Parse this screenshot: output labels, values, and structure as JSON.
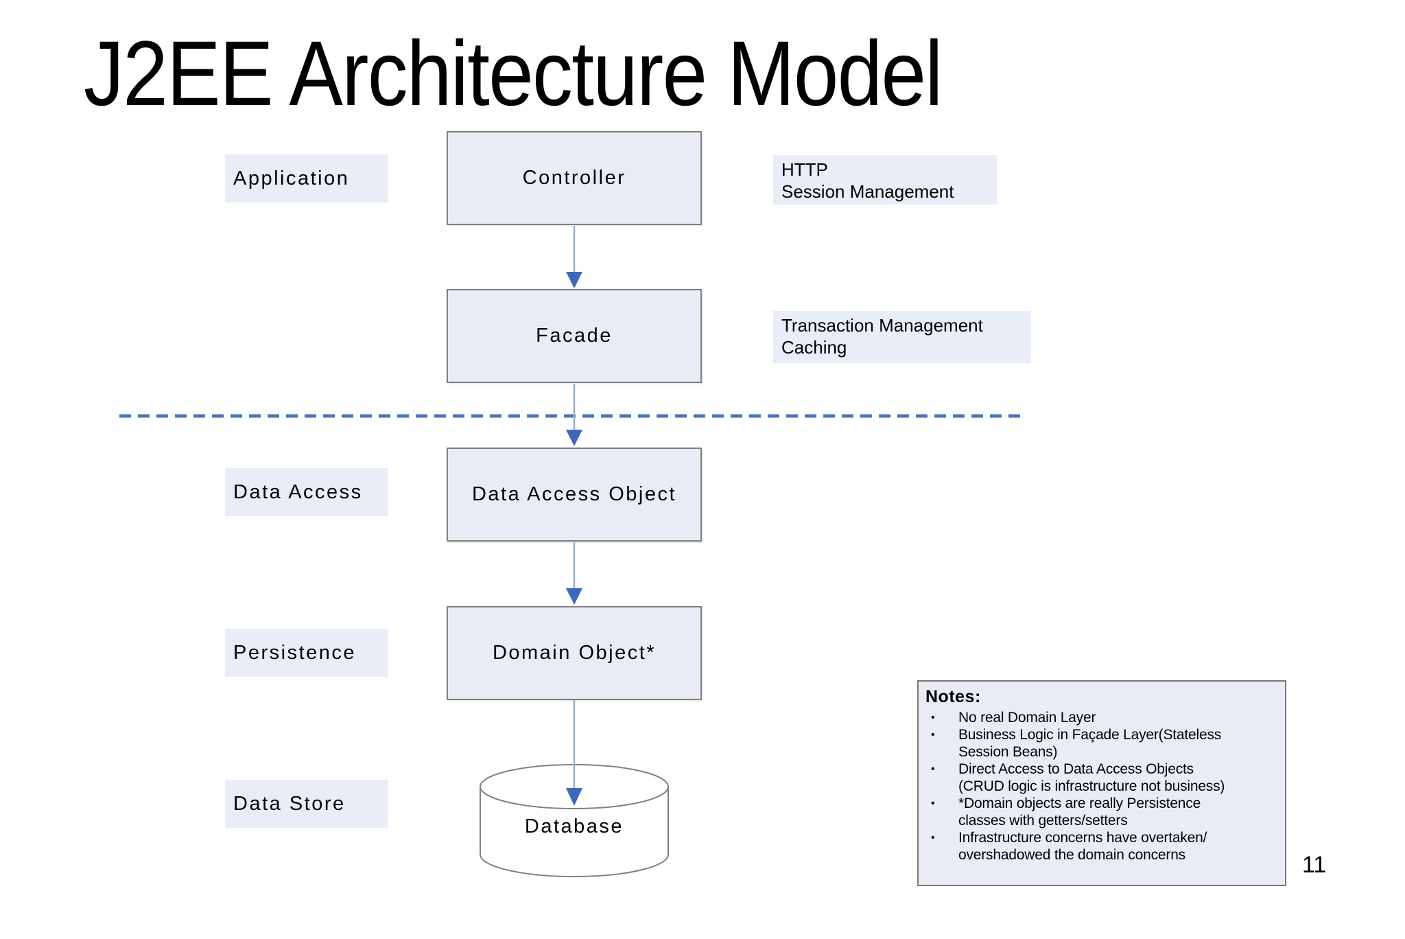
{
  "slide": {
    "title": "J2EE Architecture Model",
    "page_number": "11"
  },
  "layers": [
    {
      "label": "Application"
    },
    {
      "label": "Data Access"
    },
    {
      "label": "Persistence"
    },
    {
      "label": "Data Store"
    }
  ],
  "boxes": [
    {
      "label": "Controller"
    },
    {
      "label": "Facade"
    },
    {
      "label": "Data Access Object"
    },
    {
      "label": "Domain Object*"
    }
  ],
  "annotations": [
    {
      "line1": "HTTP",
      "line2": "Session Management"
    },
    {
      "line1": "Transaction Management",
      "line2": "Caching"
    }
  ],
  "database": {
    "label": "Database"
  },
  "notes": {
    "title": "Notes:",
    "bullet": "•",
    "items": [
      "No real Domain Layer",
      "Business Logic in Façade Layer(Stateless\nSession Beans)",
      "Direct Access to Data Access Objects\n(CRUD logic is infrastructure not business)",
      "*Domain objects are really Persistence\nclasses with getters/setters",
      "Infrastructure concerns have overtaken/\novershadowed the domain concerns"
    ]
  },
  "colors": {
    "box_fill": "#E9ECF5",
    "label_fill": "#E9EDF7",
    "box_border": "#7F7F7F",
    "arrow_line": "#93ADD8",
    "arrow_head": "#3E68BC",
    "dashed_line": "#4677B8",
    "shape_border": "#808080",
    "cylinder_fill": "#FFFFFF"
  }
}
